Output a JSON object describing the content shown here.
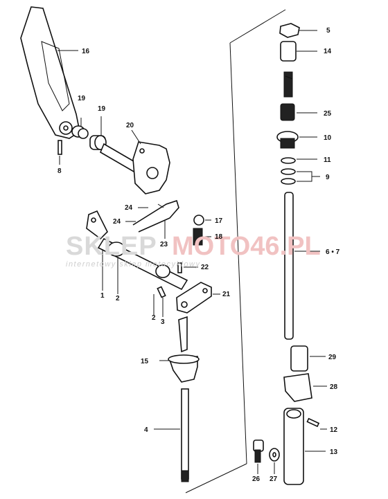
{
  "watermark": {
    "brand_left": "SKLEP",
    "brand_right": "MOTO46.PL",
    "tagline": "internetowy sklep motocyklowy"
  },
  "labels": {
    "p1": "1",
    "p2a": "2",
    "p2b": "2",
    "p3": "3",
    "p4": "4",
    "p5": "5",
    "p67": "6 • 7",
    "p8": "8",
    "p9": "9",
    "p10": "10",
    "p11": "11",
    "p12": "12",
    "p13": "13",
    "p14": "14",
    "p15": "15",
    "p16": "16",
    "p17": "17",
    "p18": "18",
    "p19a": "19",
    "p19b": "19",
    "p20": "20",
    "p21": "21",
    "p22": "22",
    "p23": "23",
    "p24a": "24",
    "p24b": "24",
    "p25": "25",
    "p26": "26",
    "p27": "27",
    "p28": "28",
    "p29": "29"
  }
}
